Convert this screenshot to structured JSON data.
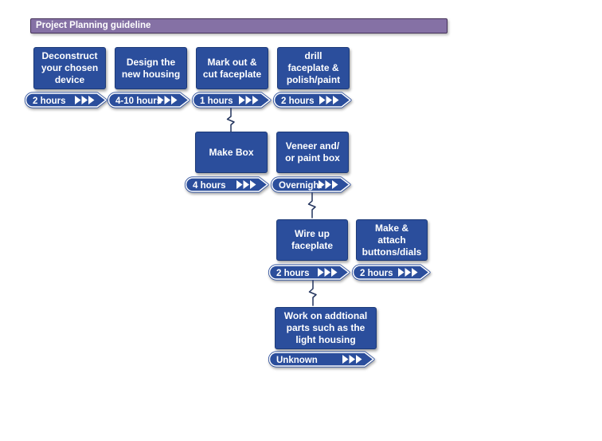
{
  "colors": {
    "box_blue": "#2B4E9C",
    "box_border": "#1C3A78",
    "header_purple": "#8571A5",
    "header_border": "#453259",
    "connector": "#24355E",
    "text_white": "#FFFFFF"
  },
  "header": {
    "title": "Project Planning guideline"
  },
  "steps": [
    {
      "label": "Deconstruct\nyour chosen\ndevice",
      "duration": "2 hours"
    },
    {
      "label": "Design the\nnew housing",
      "duration": "4-10 hours"
    },
    {
      "label": "Mark out &\ncut faceplate",
      "duration": "1 hours"
    },
    {
      "label": "drill\nfaceplate &\npolish/paint",
      "duration": "2 hours"
    },
    {
      "label": "Make Box",
      "duration": "4 hours"
    },
    {
      "label": "Veneer and/\nor paint box",
      "duration": "Overnight"
    },
    {
      "label": "Wire up\nfaceplate",
      "duration": "2 hours"
    },
    {
      "label": "Make &\nattach\nbuttons/dials",
      "duration": "2 hours"
    },
    {
      "label": "Work on addtional\nparts such as the\nlight housing",
      "duration": "Unknown"
    }
  ]
}
